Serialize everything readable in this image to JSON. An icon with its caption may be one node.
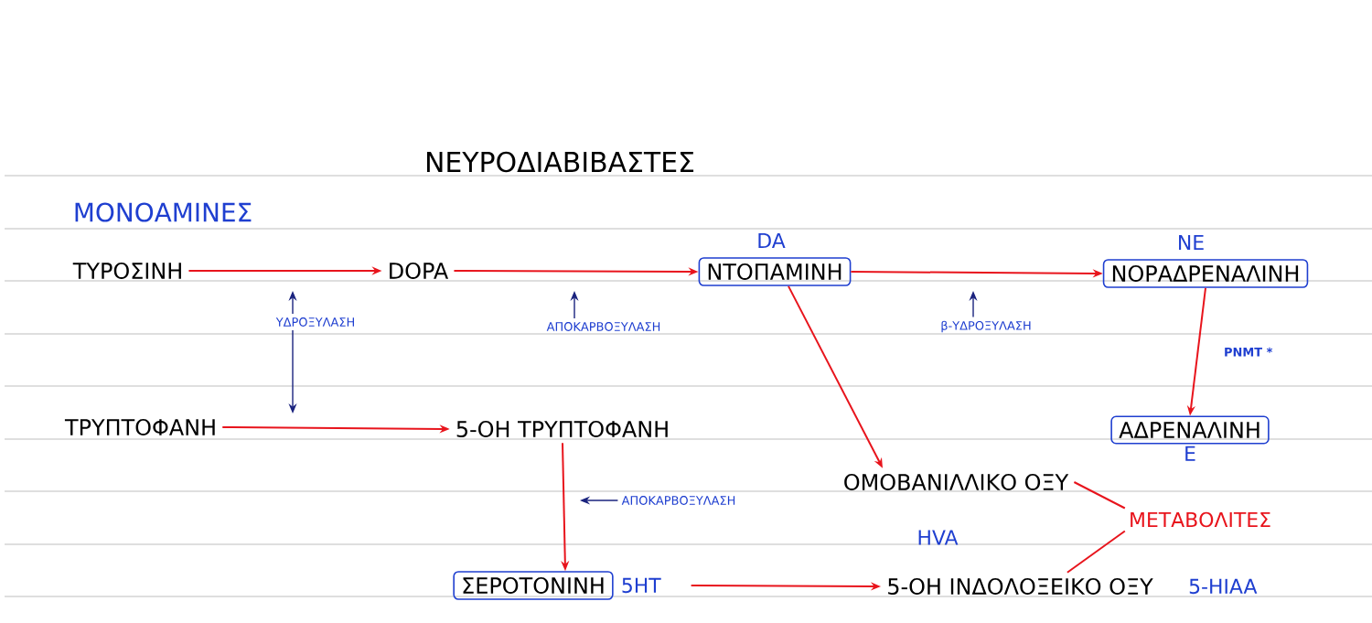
{
  "diagram": {
    "title": "ΝΕΥΡΟΔΙΑΒΙΒΑΣΤΕΣ",
    "nodes": [
      {
        "text": [
          "ΤΥΡΟΣΙΝΗ"
        ]
      },
      {
        "text": [
          "DOPA"
        ]
      },
      {
        "text": [
          "ΝΤΟΠΑΜΙΝΗ"
        ],
        "beside": [
          "DA"
        ]
      },
      {
        "text": [
          "ΝΟΡΑΔΡΕΝΑΛΙΝΗ"
        ],
        "beside": [
          "NE"
        ]
      },
      {
        "text": [
          "ΑΔΡΕΝΑΛΙΝΗ"
        ],
        "beside": [
          "E"
        ]
      },
      {
        "text": [
          "ΤΡΥΠΤΟΦΑΝΗ"
        ]
      },
      {
        "text": [
          "5-ΟΗ ΤΡΥΠΤΟΦΑΝΗ"
        ]
      },
      {
        "text": [
          "ΣΕΡΟΤΟΝΙΝΗ"
        ],
        "beside": [
          "5HT"
        ]
      },
      {
        "text": [
          "ΟΜΟΒΑΝΙΛΛΙΚΟ ΟΞΥ"
        ],
        "beside": [
          "HVA"
        ]
      },
      {
        "text": [
          "5-ΟΗ ΙΝΔΟΛΟΞΕΙΚΟ ΟΞΥ"
        ],
        "beside": [
          "5-HIAA"
        ]
      },
      {
        "text": [
          "ΜΕΤΑΒΟΛΙΤΕΣ"
        ]
      },
      {
        "text": [
          "ΥΔΡΟΞΥΛΑΣΗ"
        ]
      },
      {
        "text": [
          "ΑΠΟΚΑΡΒΟΞΥΛΑΣΗ"
        ]
      },
      {
        "text": [
          "β-ΥΔΡΟΞΥΛΑΣΗ"
        ]
      },
      {
        "text": [
          "ΑΠΟΚΑΡΒΟΞΥΛΑΣΗ"
        ]
      }
    ],
    "edges": [
      {
        "from": 0,
        "to": 1,
        "arrow": "to"
      },
      {
        "from": 1,
        "to": 2,
        "arrow": "to"
      },
      {
        "from": 2,
        "to": 3,
        "arrow": "to"
      },
      {
        "from": 3,
        "to": 4,
        "arrow": "to",
        "label": "PNMT *"
      },
      {
        "from": 2,
        "to": 8,
        "arrow": "to"
      },
      {
        "from": 5,
        "to": 6,
        "arrow": "to"
      },
      {
        "from": 6,
        "to": 7,
        "arrow": "to"
      },
      {
        "from": 7,
        "to": 9,
        "arrow": "to"
      },
      {
        "from": 10,
        "to": 8,
        "arrow": "none"
      },
      {
        "from": 10,
        "to": 9,
        "arrow": "none"
      },
      {
        "from": 11,
        "to": null,
        "arrow": "to",
        "color": "#1a237e"
      },
      {
        "from": 11,
        "to": null,
        "arrow": "to",
        "color": "#1a237e"
      },
      {
        "from": 12,
        "to": null,
        "arrow": "to",
        "color": "#1a237e"
      },
      {
        "from": 13,
        "to": null,
        "arrow": "to",
        "color": "#1a237e"
      },
      {
        "from": 14,
        "to": null,
        "arrow": "to",
        "color": "#1a237e"
      }
    ],
    "labels": [
      "ΜΟΝΟΑΜΙΝΕΣ"
    ]
  }
}
